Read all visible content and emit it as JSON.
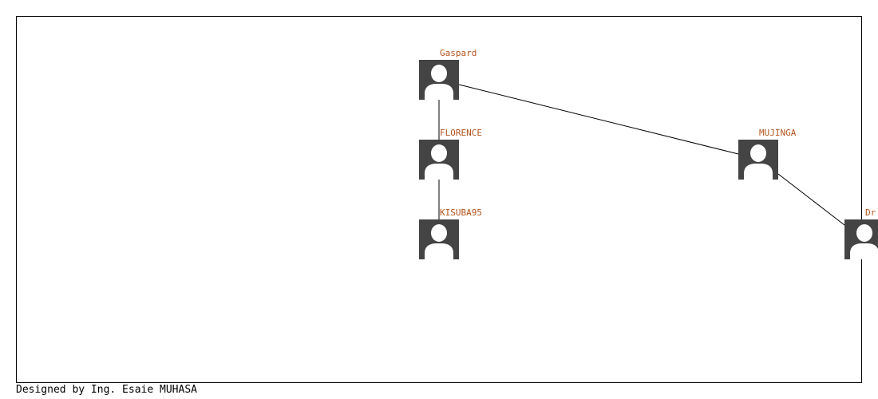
{
  "colors": {
    "background": "#ffffff",
    "frame": "#000000",
    "edge": "#000000",
    "avatar_fill": "#444444",
    "avatar_figure": "#ffffff",
    "label": "#b5531c"
  },
  "nodes": [
    {
      "id": "gaspard",
      "label": "Gaspard",
      "icon": "user-icon"
    },
    {
      "id": "florence",
      "label": "FLORENCE",
      "icon": "user-icon"
    },
    {
      "id": "kisuba95",
      "label": "KISUBA95",
      "icon": "user-icon"
    },
    {
      "id": "mujinga",
      "label": "MUJINGA",
      "icon": "user-icon"
    },
    {
      "id": "dr",
      "label": "Dr",
      "icon": "user-icon"
    }
  ],
  "edges": [
    {
      "from": "gaspard",
      "to": "florence"
    },
    {
      "from": "florence",
      "to": "kisuba95"
    },
    {
      "from": "gaspard",
      "to": "mujinga"
    },
    {
      "from": "mujinga",
      "to": "dr"
    }
  ],
  "footer": {
    "credit": "Designed by Ing. Esaie MUHASA"
  }
}
